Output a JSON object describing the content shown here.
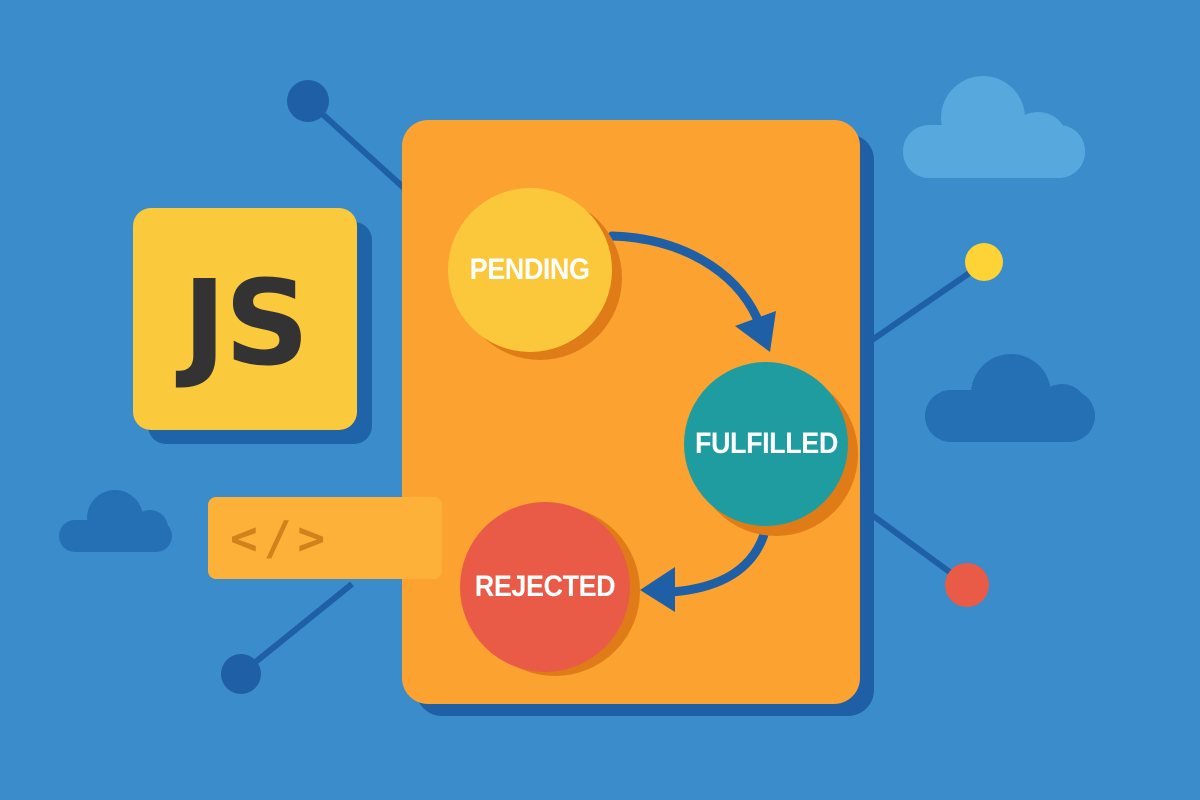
{
  "logo": {
    "text": "JS",
    "background": "#fbc93c",
    "text_color": "#333333"
  },
  "code_tag": {
    "text": "</>",
    "background": "#fdb138",
    "text_color": "#d1821c"
  },
  "panel": {
    "background": "#fba230"
  },
  "states": {
    "pending": {
      "label": "PENDING",
      "color": "#fbc83b"
    },
    "fulfilled": {
      "label": "FULFILLED",
      "color": "#1f9c9f"
    },
    "rejected": {
      "label": "REJECTED",
      "color": "#e95a47"
    }
  },
  "transitions": [
    {
      "from": "PENDING",
      "to": "FULFILLED"
    },
    {
      "from": "FULFILLED",
      "to": "REJECTED"
    }
  ],
  "colors": {
    "background": "#3a8ccb",
    "arrow": "#1e5fa6",
    "node_dark": "#1e5fa6",
    "node_yellow": "#fdd335",
    "node_red": "#e95a47",
    "cloud_light": "#56a8dd",
    "cloud_dark": "#2570b5"
  }
}
